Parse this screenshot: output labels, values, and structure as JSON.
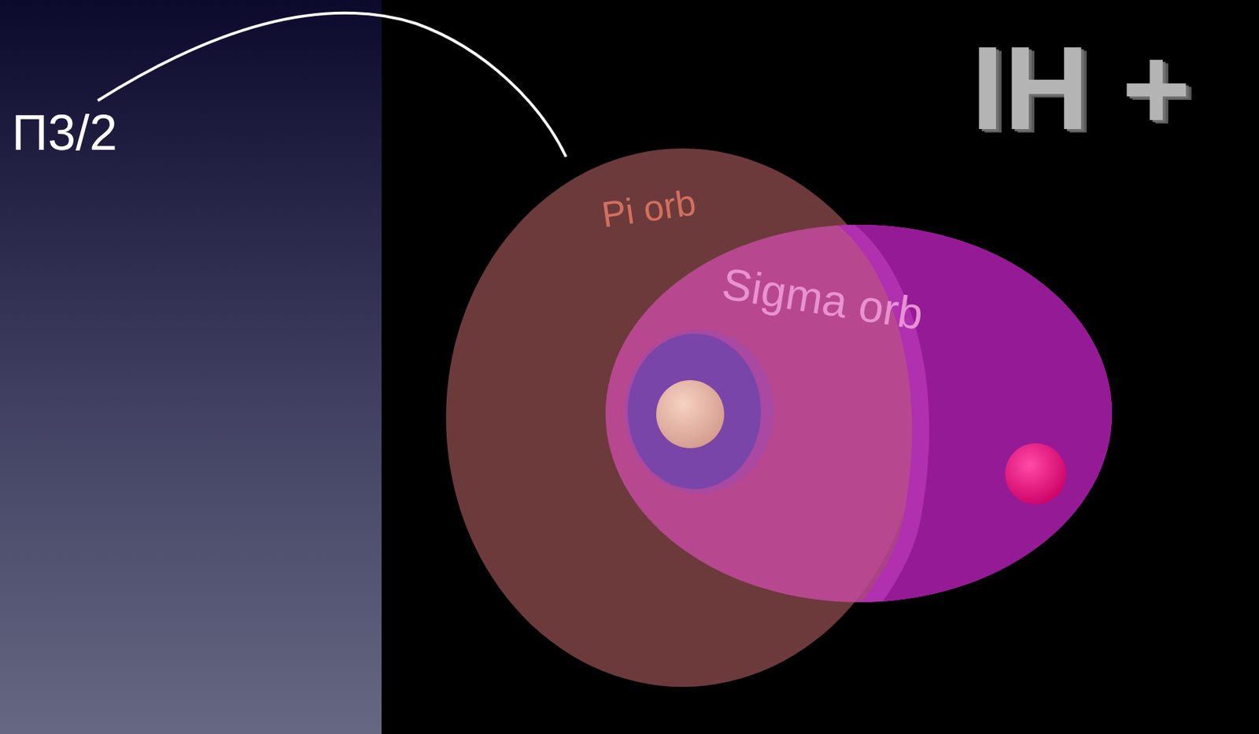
{
  "diagram": {
    "nodes": [
      {
        "text": [
          "Pi orb"
        ]
      },
      {
        "text": [
          "Sigma orb"
        ]
      }
    ],
    "labels": [
      "Π3/2",
      "IH +"
    ]
  }
}
